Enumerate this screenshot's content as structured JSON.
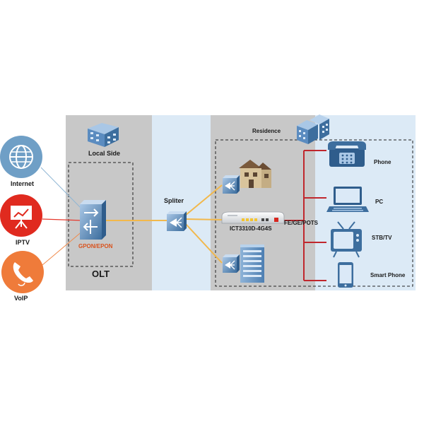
{
  "colors": {
    "local_band": "#c8c8c8",
    "odn_band": "#dceaf6",
    "residence_grey": "#c8c8c8",
    "residence_blue": "#dceaf6",
    "fiber_line": "#f2b84b",
    "device_line": "#c0272d",
    "internet_line": "#8fb6d4",
    "iptv_line": "#e63a2e",
    "voip_line": "#f08a4b",
    "internet_circle": "#6f9fc6",
    "iptv_circle": "#e02a1f",
    "voip_circle": "#ef7b3a",
    "gpon_text": "#d9531e"
  },
  "services": [
    {
      "label": "Internet",
      "icon": "globe-icon"
    },
    {
      "label": "IPTV",
      "icon": "presentation-board-icon"
    },
    {
      "label": "VoIP",
      "icon": "telephone-handset-icon"
    }
  ],
  "local_side": {
    "label": "Local Side",
    "icon": "office-building-icon"
  },
  "olt": {
    "label": "OLT",
    "port_label": "GPON/EPON",
    "icon": "olt-switch-icon"
  },
  "splitter": {
    "label": "Spliter",
    "icon": "optical-splitter-icon"
  },
  "residence": {
    "label": "Residence",
    "icon": "residential-buildings-icon"
  },
  "onu": {
    "model": "ICT3310D-4G4S",
    "ports_label": "FE/GE/POTS",
    "icon": "onu-router-icon"
  },
  "premises": [
    {
      "name": "house",
      "icon": "house-icon"
    },
    {
      "name": "apartment",
      "icon": "apartment-tower-icon"
    }
  ],
  "devices": [
    {
      "label": "Phone",
      "icon": "desk-phone-icon"
    },
    {
      "label": "PC",
      "icon": "laptop-icon"
    },
    {
      "label": "STB/TV",
      "icon": "tv-icon"
    },
    {
      "label": "Smart Phone",
      "icon": "smartphone-icon"
    }
  ]
}
